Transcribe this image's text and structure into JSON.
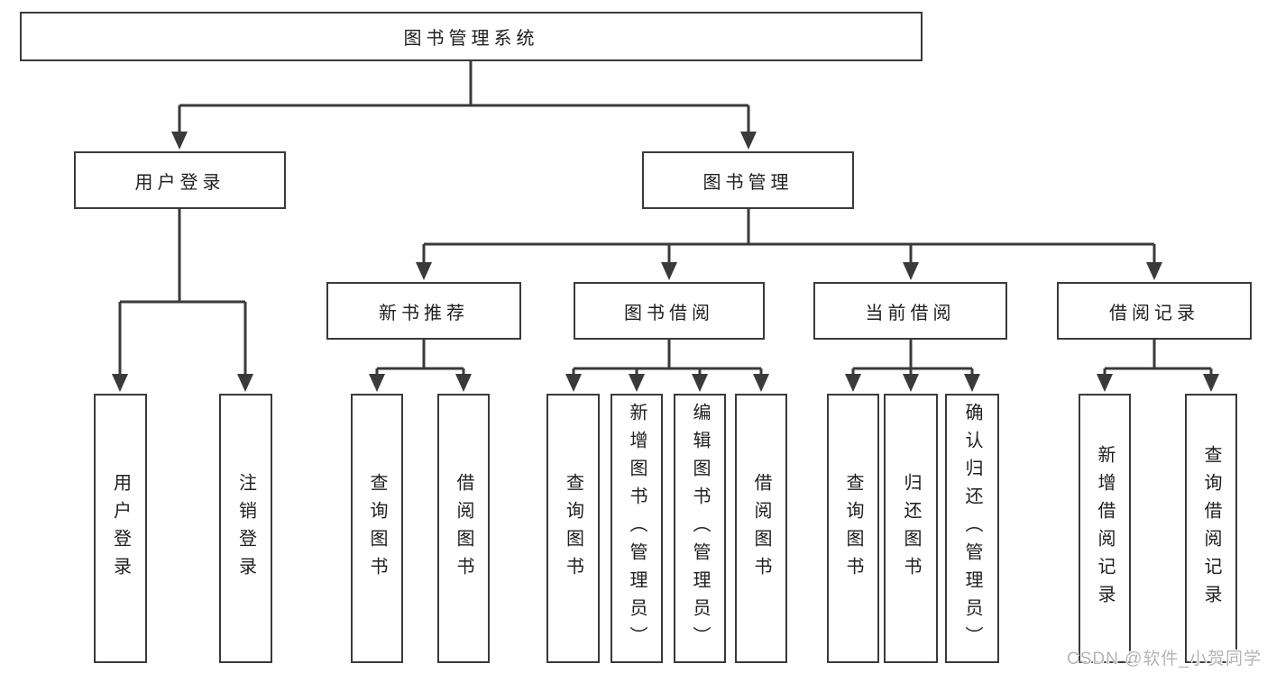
{
  "colors": {
    "line": "#3a3a3a",
    "text": "#1e1e1e",
    "box_bg": "#ffffff",
    "watermark": "#b4b4b4",
    "background": "#ffffff"
  },
  "watermark": {
    "text": "CSDN @软件_小贺同学"
  },
  "nodes": {
    "root": {
      "label": "图书管理系统"
    },
    "user_login": {
      "label": "用户登录"
    },
    "book_mgmt": {
      "label": "图书管理"
    },
    "new_books": {
      "label": "新书推荐"
    },
    "borrowing": {
      "label": "图书借阅"
    },
    "current": {
      "label": "当前借阅"
    },
    "records": {
      "label": "借阅记录"
    },
    "leaf_login": {
      "label": "用户登录"
    },
    "leaf_logout": {
      "label": "注销登录"
    },
    "leaf_nb_query": {
      "label": "查询图书"
    },
    "leaf_nb_borrow": {
      "label": "借阅图书"
    },
    "leaf_bw_query": {
      "label": "查询图书"
    },
    "leaf_bw_add": {
      "label": "新增图书（管理员）"
    },
    "leaf_bw_edit": {
      "label": "编辑图书（管理员）"
    },
    "leaf_bw_borrow": {
      "label": "借阅图书"
    },
    "leaf_cur_query": {
      "label": "查询图书"
    },
    "leaf_cur_return": {
      "label": "归还图书"
    },
    "leaf_cur_confirm": {
      "label": "确认归还（管理员）"
    },
    "leaf_rec_add": {
      "label": "新增借阅记录"
    },
    "leaf_rec_query": {
      "label": "查询借阅记录"
    }
  },
  "hierarchy": {
    "图书管理系统": {
      "用户登录": [
        "用户登录",
        "注销登录"
      ],
      "图书管理": {
        "新书推荐": [
          "查询图书",
          "借阅图书"
        ],
        "图书借阅": [
          "查询图书",
          "新增图书（管理员）",
          "编辑图书（管理员）",
          "借阅图书"
        ],
        "当前借阅": [
          "查询图书",
          "归还图书",
          "确认归还（管理员）"
        ],
        "借阅记录": [
          "新增借阅记录",
          "查询借阅记录"
        ]
      }
    }
  }
}
